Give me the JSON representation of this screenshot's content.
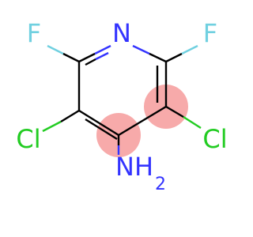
{
  "molecule": {
    "atoms": {
      "nitrogen_ring": {
        "label": "N",
        "color": "#3333ff"
      },
      "fluorine_left": {
        "label": "F",
        "color": "#70d0e0"
      },
      "fluorine_right": {
        "label": "F",
        "color": "#70d0e0"
      },
      "chlorine_left": {
        "label": "Cl",
        "color": "#22cc22"
      },
      "chlorine_right": {
        "label": "Cl",
        "color": "#22cc22"
      },
      "amino": {
        "label": "NH",
        "subscript": "2",
        "color": "#3333ff"
      }
    },
    "highlight": {
      "color": "#f7aaaa"
    },
    "bond_color": "#000000"
  }
}
